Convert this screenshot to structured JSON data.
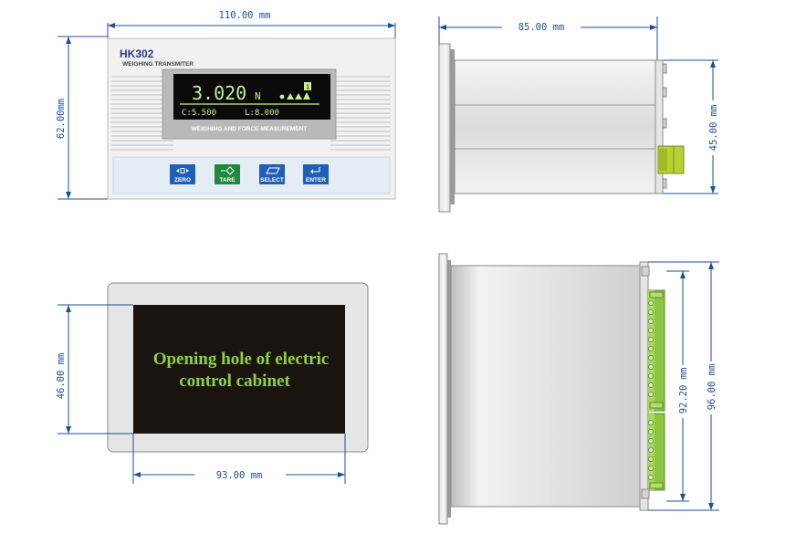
{
  "front_view": {
    "model": "HK302",
    "subtitle": "WEIGHING TRANSMITER",
    "display": {
      "main_value": "3.020",
      "unit": "N",
      "indicator_number": "1",
      "c_value": "C:5.500",
      "l_value": "L:8.000"
    },
    "caption": "WEIGHING AND FORCE MEASUREMENT",
    "keys": [
      {
        "label": "ZERO",
        "icon": "zero-arrows-icon",
        "color": "#1f5fb8"
      },
      {
        "label": "TARE",
        "icon": "tare-diamond-icon",
        "color": "#1f8a3c"
      },
      {
        "label": "SELECT",
        "icon": "select-parallelogram-icon",
        "color": "#1f5fb8"
      },
      {
        "label": "ENTER",
        "icon": "enter-return-icon",
        "color": "#1f5fb8"
      }
    ],
    "width_label": "110.00 mm",
    "height_label": "62.00mm"
  },
  "side_view": {
    "depth_label": "85.00 mm",
    "height_label": "45.00 mm"
  },
  "cutout_view": {
    "text_line1": "Opening hole of electric",
    "text_line2": "control cabinet",
    "height_label": "46.00 mm",
    "width_label": "93.00 mm"
  },
  "top_view": {
    "inner_label": "92.20 mm",
    "outer_label": "96.00 mm"
  },
  "colors": {
    "dimension": "#1d4f9e",
    "lcd_text": "#c9f08a",
    "cutout_text": "#8fd13f",
    "terminal_green": "#8cc63f"
  }
}
